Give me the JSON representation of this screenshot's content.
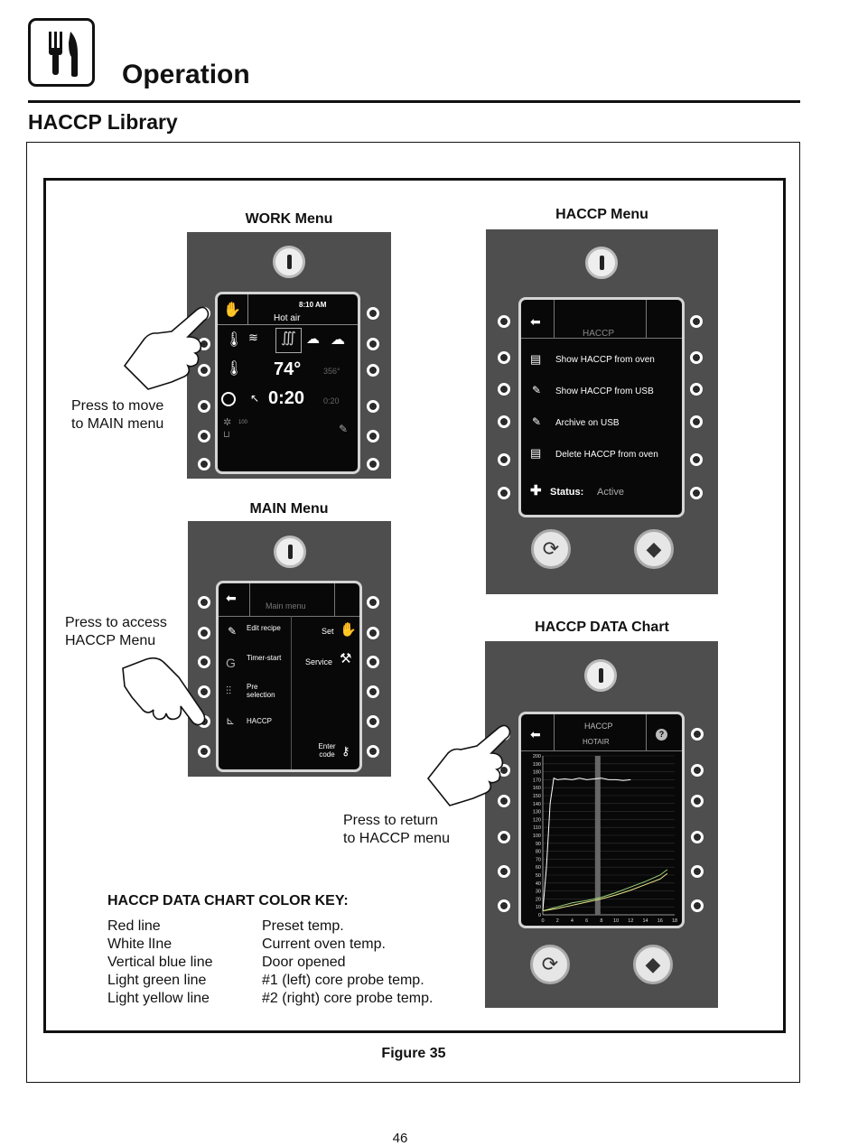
{
  "header": {
    "title": "Operation",
    "icon": "fork-knife-icon"
  },
  "section": {
    "title": "HACCP Library"
  },
  "work_menu": {
    "caption": "WORK Menu",
    "time": "8:10 AM",
    "mode": "Hot air",
    "temp": "74°",
    "set_temp": "356°",
    "duration": "0:20",
    "set_duration": "0:20",
    "fan": "100"
  },
  "main_menu": {
    "caption": "MAIN Menu",
    "title": "Main menu",
    "items_left": [
      "Edit recipe",
      "Timer-start",
      "Pre selection",
      "HACCP"
    ],
    "items_right": [
      "Set",
      "Service",
      "Enter code"
    ]
  },
  "haccp_menu": {
    "caption": "HACCP Menu",
    "title": "HACCP",
    "items": [
      "Show HACCP from oven",
      "Show HACCP from USB",
      "Archive on USB",
      "Delete HACCP from oven"
    ],
    "status_label": "Status:",
    "status_value": "Active"
  },
  "haccp_chart": {
    "caption": "HACCP DATA Chart",
    "title": "HACCP",
    "subtitle": "HOTAIR",
    "help": "?"
  },
  "chart_data": {
    "type": "line",
    "title": "HACCP",
    "subtitle": "HOTAIR",
    "y_ticks": [
      200,
      190,
      180,
      170,
      160,
      150,
      140,
      130,
      120,
      110,
      100,
      90,
      80,
      70,
      60,
      50,
      40,
      30,
      20,
      10,
      0
    ],
    "x_ticks": [
      0,
      2,
      4,
      6,
      8,
      10,
      12,
      14,
      16,
      18
    ],
    "x_tick_labels": [
      "0",
      "2",
      "4",
      "6",
      "8",
      "10",
      "12",
      "14",
      "16",
      "18"
    ],
    "ylim": [
      0,
      200
    ],
    "xlim": [
      0,
      18
    ],
    "series": [
      {
        "x": [
          0,
          0.5,
          1,
          1.5,
          2,
          3,
          4,
          5,
          6,
          7,
          8,
          9,
          10,
          11,
          12
        ],
        "y": [
          5,
          60,
          140,
          172,
          170,
          171,
          170,
          172,
          170,
          171,
          172,
          170,
          170,
          169,
          170
        ],
        "color": "#ffffff"
      },
      {
        "x": [
          0,
          2,
          4,
          6,
          8,
          10,
          12,
          14,
          16,
          17
        ],
        "y": [
          5,
          10,
          15,
          18,
          22,
          28,
          35,
          42,
          50,
          57
        ],
        "color": "#9ad27a"
      },
      {
        "x": [
          0,
          2,
          4,
          6,
          8,
          10,
          12,
          14,
          16,
          17
        ],
        "y": [
          5,
          8,
          12,
          16,
          20,
          25,
          31,
          38,
          45,
          52
        ],
        "color": "#e8e68a"
      }
    ],
    "door_opened_x": 7.5,
    "grid": true
  },
  "notes": {
    "press_main": [
      "Press to move",
      "to MAIN menu"
    ],
    "press_haccp": [
      "Press to access",
      "HACCP Menu"
    ],
    "press_return": [
      "Press to return",
      "to HACCP menu"
    ]
  },
  "color_key": {
    "title": "HACCP DATA CHART COLOR KEY:",
    "rows": [
      [
        "Red line",
        "Preset temp."
      ],
      [
        "White lIne",
        "Current oven temp."
      ],
      [
        "Vertical blue line",
        "Door opened"
      ],
      [
        "Light green line",
        "#1 (left) core probe temp."
      ],
      [
        "Light yellow line",
        "#2 (right) core probe temp."
      ]
    ]
  },
  "figure_caption": "Figure 35",
  "page_number": "46"
}
